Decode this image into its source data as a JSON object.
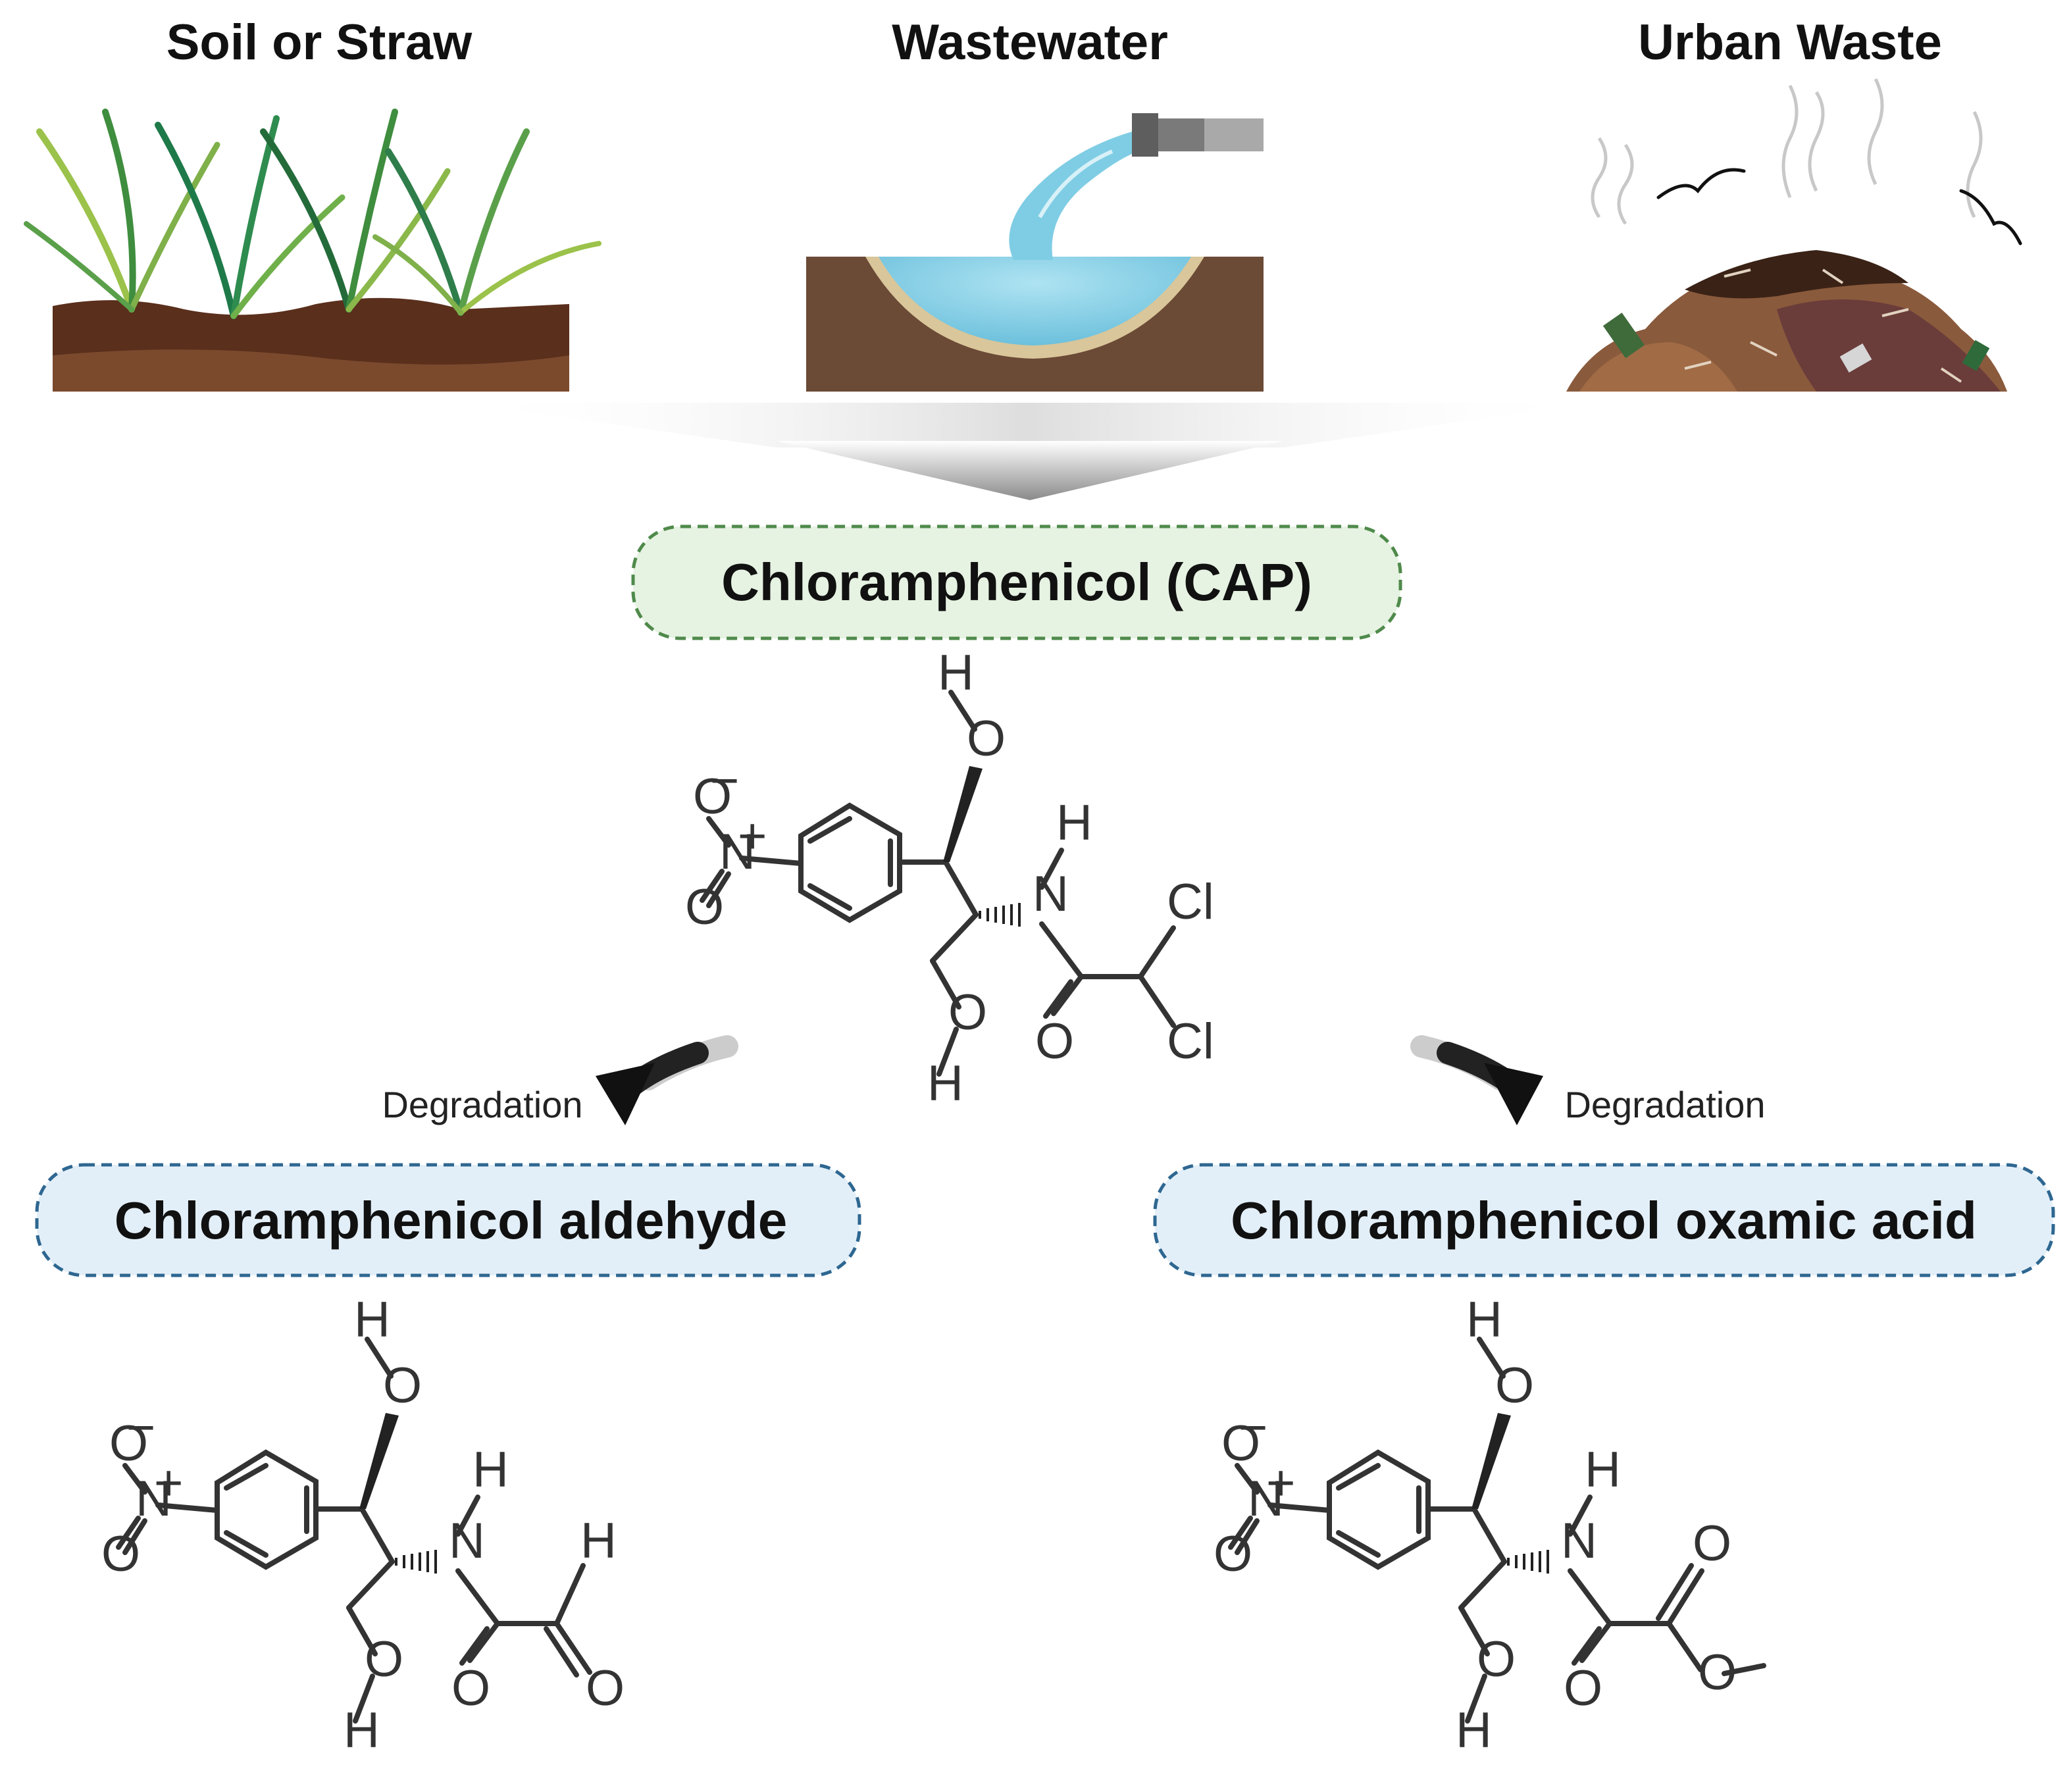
{
  "sources": [
    {
      "label": "Soil or Straw",
      "icon": "soil-straw-illustration"
    },
    {
      "label": "Wastewater",
      "icon": "wastewater-pipe-illustration"
    },
    {
      "label": "Urban Waste",
      "icon": "urban-waste-pile-illustration"
    }
  ],
  "main_compound": {
    "label": "Chloramphenicol (CAP)",
    "fill": "#e6f2e2",
    "border": "#4f8a4b"
  },
  "products": [
    {
      "label": "Chloramphenicol aldehyde",
      "arrow_label": "Degradation",
      "fill": "#e3eff8",
      "border": "#2e6791"
    },
    {
      "label": "Chloramphenicol oxamic acid",
      "arrow_label": "Degradation",
      "fill": "#e3eff8",
      "border": "#2e6791"
    }
  ],
  "atoms": {
    "H": "H",
    "O": "O",
    "N": "N",
    "N_plus": "N",
    "plus": "+",
    "O_minus": "O",
    "minus": "−",
    "Cl": "Cl"
  },
  "colors": {
    "soil_dark": "#5a2f1c",
    "soil_light": "#7b4a2d",
    "water": "#8fd3e8",
    "grass": "#3f8d3e"
  }
}
